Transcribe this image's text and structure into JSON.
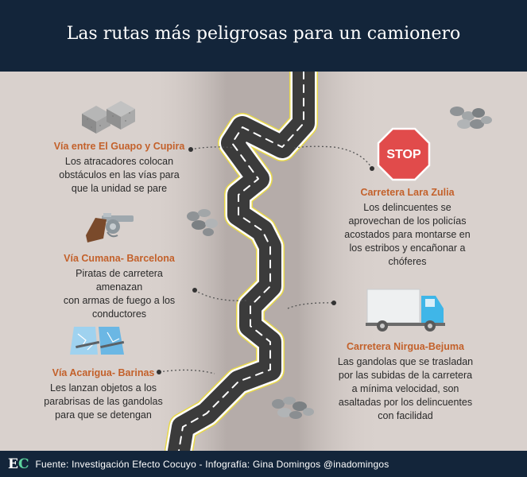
{
  "header": {
    "title": "Las rutas más peligrosas para un camionero"
  },
  "routes": [
    {
      "title": "Vía entre El Guapo y Cupira",
      "lines": [
        "Los atracadores colocan",
        "obstáculos en las vías para",
        "que la unidad se pare"
      ],
      "icon": "stones-icon"
    },
    {
      "title": "Carretera Lara Zulia",
      "lines": [
        "Los delincuentes se",
        "aprovechan de los policías",
        "acostados para montarse en",
        "los estribos y encañonar a",
        "chóferes"
      ],
      "icon": "stop-sign-icon",
      "sign_text": "STOP"
    },
    {
      "title": "Vía Cumana- Barcelona",
      "lines": [
        "Piratas de carretera amenazan",
        "con armas de fuego a los",
        "conductores"
      ],
      "icon": "revolver-icon"
    },
    {
      "title": "Carretera Nirgua-Bejuma",
      "lines": [
        "Las gandolas que se trasladan",
        "por las subidas de la carretera",
        "a mínima velocidad, son",
        "asaltadas por los delincuentes",
        "con facilidad"
      ],
      "icon": "truck-icon"
    },
    {
      "title": "Vía Acarigua- Barinas",
      "lines": [
        "Les lanzan objetos a los",
        "parabrisas de las gandolas",
        "para que se detengan"
      ],
      "icon": "broken-windshield-icon"
    }
  ],
  "footer": {
    "logo_e": "E",
    "logo_c": "C",
    "source": "Fuente: Investigación Efecto Cocuyo - Infografía: Gina Domingos @inadomingos"
  },
  "colors": {
    "header_bg": "#13253a",
    "background": "#d9d1cd",
    "road_shadow": "#a9a09d",
    "road": "#3b3b3b",
    "road_edge": "#e8d84a",
    "route_title": "#c3612b",
    "stop_sign": "#e14b4b",
    "truck_cab": "#3fb6e8"
  }
}
